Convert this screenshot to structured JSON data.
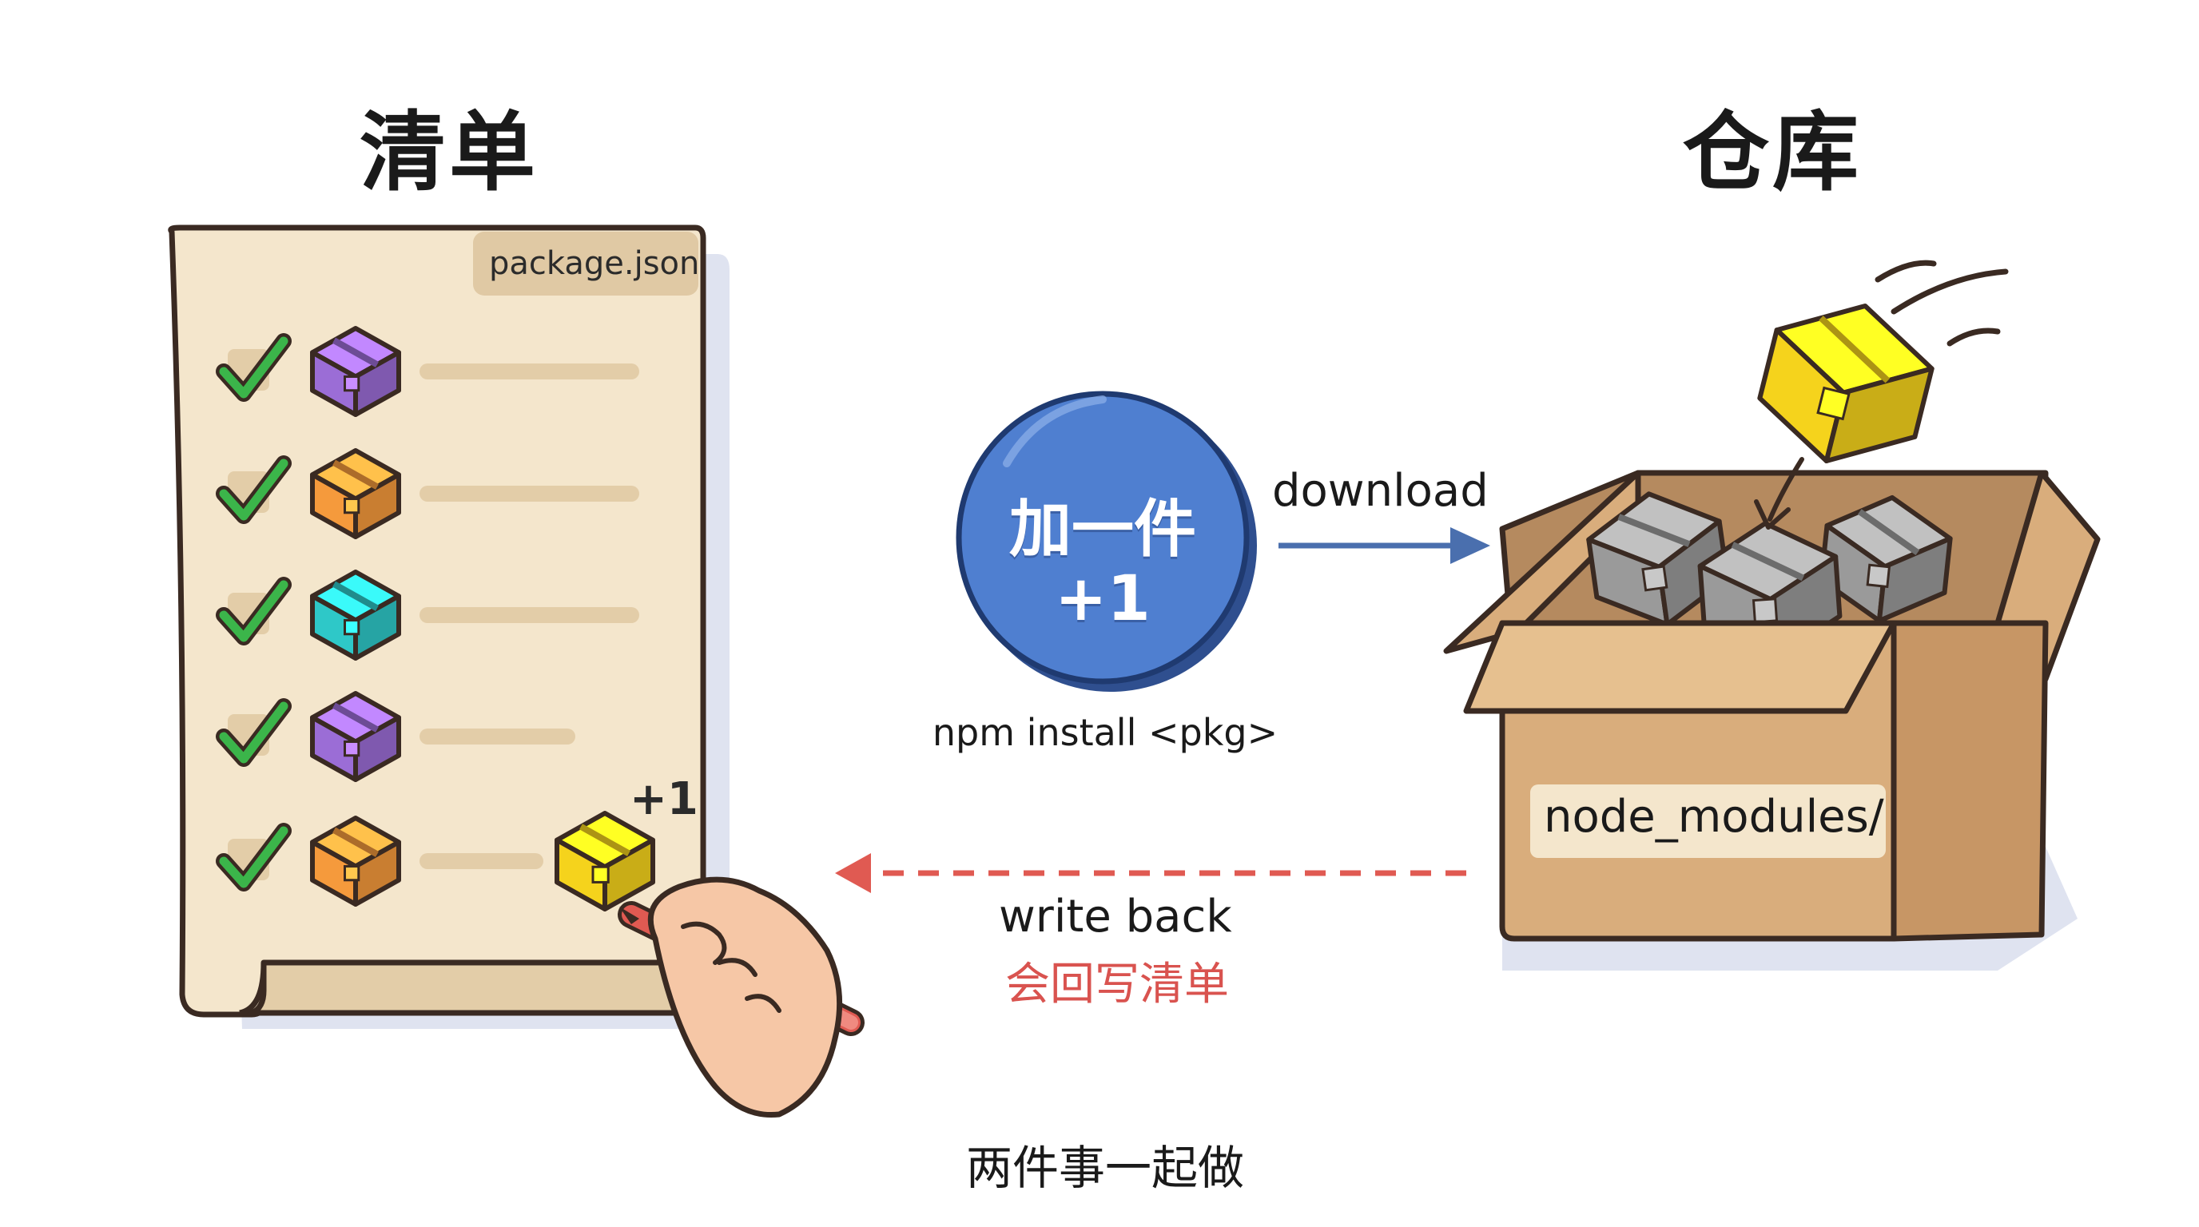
{
  "manifest": {
    "title": "清单",
    "file_name": "package.json",
    "items": [
      {
        "icon": "purple-package-icon",
        "color": "#9b6dd6",
        "checked": true
      },
      {
        "icon": "orange-package-icon",
        "color": "#f59a3c",
        "checked": true
      },
      {
        "icon": "teal-package-icon",
        "color": "#2ec8c8",
        "checked": true
      },
      {
        "icon": "purple-package-icon",
        "color": "#9b6dd6",
        "checked": true
      },
      {
        "icon": "orange-package-icon",
        "color": "#f59a3c",
        "checked": true
      }
    ],
    "new_item_badge": "+1",
    "new_item_color": "#f5d31c"
  },
  "install": {
    "circle_line1": "加一件",
    "circle_line2": "+1",
    "command": "npm install <pkg>",
    "circle_color": "#4f7fd0"
  },
  "flows": {
    "download_label": "download",
    "download_color": "#4a6fae",
    "writeback_label": "write back",
    "writeback_cn": "会回写清单",
    "writeback_color": "#e05a52"
  },
  "repository": {
    "title": "仓库",
    "folder_label": "node_modules/",
    "incoming_color": "#f5d31c",
    "box_color": "#d9ad7c"
  },
  "caption": "两件事一起做"
}
